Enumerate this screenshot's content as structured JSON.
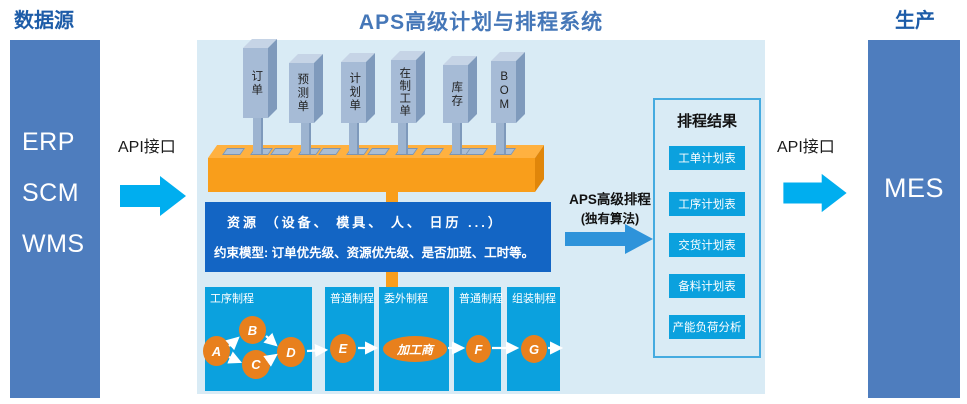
{
  "page": {
    "title": "APS高级计划与排程系统"
  },
  "colors": {
    "cyan_arrow": "#00AEEF",
    "engine_arrow": "#2E93DA",
    "column_blue": "#4E7DBE",
    "header_blue": "#1D5CA8",
    "process_cyan": "#0BA1DE",
    "platform_orange": "#F99E1B",
    "resource_blue": "#1365C4"
  },
  "left_column": {
    "header": "数据源",
    "systems": [
      "ERP",
      "SCM",
      "WMS"
    ]
  },
  "right_column": {
    "header": "生产",
    "systems": [
      "MES"
    ]
  },
  "api_interfaces": {
    "left": "API接口",
    "right": "API接口"
  },
  "input_pillars": [
    {
      "label": "订单"
    },
    {
      "label": "预测单"
    },
    {
      "label": "计划单"
    },
    {
      "label": "在制工单"
    },
    {
      "label": "库存"
    },
    {
      "label": "BOM"
    }
  ],
  "resource_box": {
    "line1": "资源 （设备、 模具、 人、 日历 ...）",
    "line2": "约束模型: 订单优先级、资源优先级、是否加班、工时等。"
  },
  "engine": {
    "name": "APS高级排程",
    "note": "(独有算法)"
  },
  "processes": [
    {
      "title": "工序制程",
      "nodes": [
        "A",
        "B",
        "C",
        "D"
      ]
    },
    {
      "title": "普通制程",
      "nodes": [
        "E"
      ]
    },
    {
      "title": "委外制程",
      "nodes": [
        "加工商"
      ]
    },
    {
      "title": "普通制程",
      "nodes": [
        "F"
      ]
    },
    {
      "title": "组装制程",
      "nodes": [
        "G"
      ]
    }
  ],
  "results": {
    "title": "排程结果",
    "items": [
      "工单计划表",
      "工序计划表",
      "交货计划表",
      "备料计划表",
      "产能负荷分析"
    ]
  }
}
